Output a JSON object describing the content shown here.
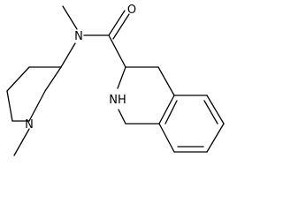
{
  "molecule": {
    "atom_labels": {
      "oxygen": "O",
      "amide_nitrogen": "N",
      "piperidine_nitrogen": "N",
      "ring_nh": "NH"
    },
    "colors": {
      "bond": "#000000",
      "label": "#000000",
      "background": "#ffffff"
    }
  }
}
